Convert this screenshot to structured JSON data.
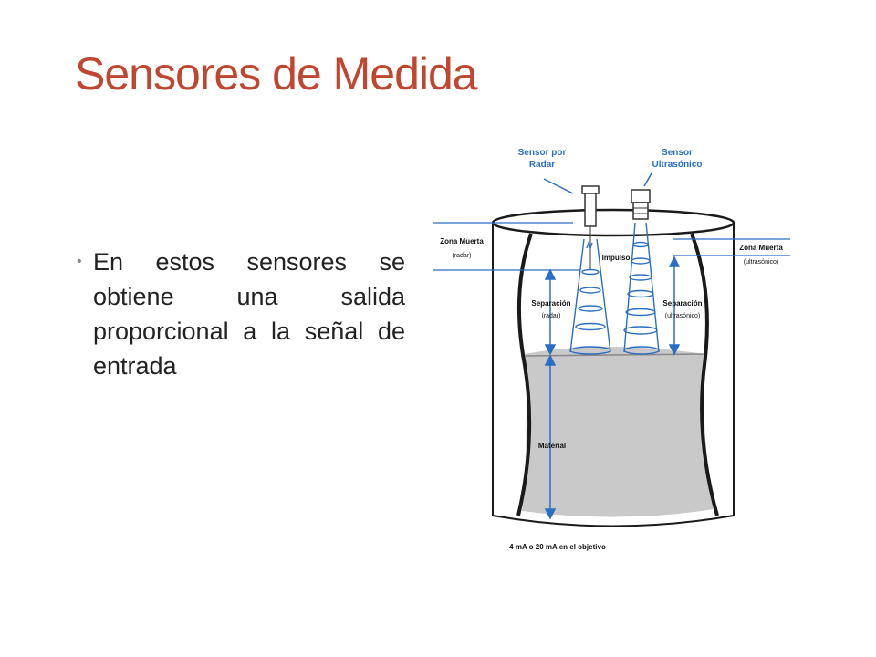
{
  "slide": {
    "title": "Sensores de Medida",
    "bullet": "•",
    "body_text": "En estos sensores se obtiene una salida proporcional a la señal de entrada"
  },
  "diagram": {
    "radar_label_line1": "Sensor por",
    "radar_label_line2": "Radar",
    "ultra_label_line1": "Sensor",
    "ultra_label_line2": "Ultrasónico",
    "dead_zone_left": "Zona Muerta",
    "dead_zone_left_sub": "(radar)",
    "dead_zone_right": "Zona Muerta",
    "dead_zone_right_sub": "(ultrasónico)",
    "impulse": "Impulso",
    "sep_left": "Separación",
    "sep_left_sub": "(radar)",
    "sep_right": "Separación",
    "sep_right_sub": "(ultrasónico)",
    "material": "Material",
    "caption": "4 mA o 20 mA en el objetivo"
  },
  "colors": {
    "title": "#c0472f",
    "beam": "#2a6fc4",
    "material": "#c9c9c9",
    "tank_outline": "#1a1a1a"
  }
}
